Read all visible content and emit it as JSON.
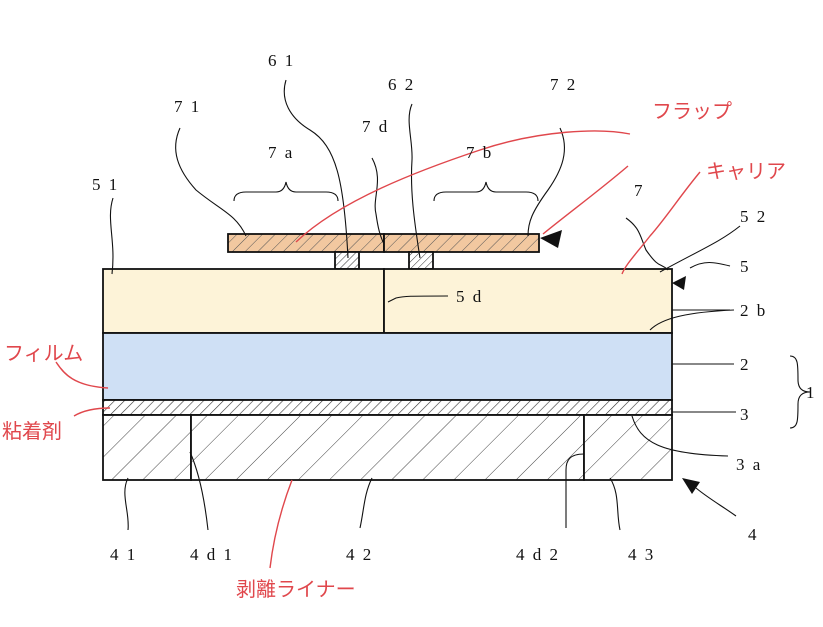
{
  "labels": {
    "n71": "7 1",
    "n61": "6 1",
    "n62": "6 2",
    "n72": "7 2",
    "n7a": "7 a",
    "n7d": "7 d",
    "n7b": "7 b",
    "n51": "5 1",
    "n7": "7",
    "n52": "5 2",
    "n5": "5",
    "n5d": "5 d",
    "n2b": "2 b",
    "n2": "2",
    "n1": "1",
    "n3": "3",
    "n3a": "3 a",
    "n4": "4",
    "n41": "4 1",
    "n4d1": "4 d 1",
    "n42": "4 2",
    "n4d2": "4 d 2",
    "n43": "4 3"
  },
  "annotations": {
    "flap": "フラップ",
    "carrier": "キャリア",
    "film": "フィルム",
    "adhesive": "粘着剤",
    "release_liner": "剥離ライナー"
  },
  "colors": {
    "flap_fill": "#f2c8a0",
    "carrier_fill": "#fdf3d8",
    "film_fill": "#cfe0f5",
    "annotation": "#e0474c",
    "hatch": "#444444"
  }
}
